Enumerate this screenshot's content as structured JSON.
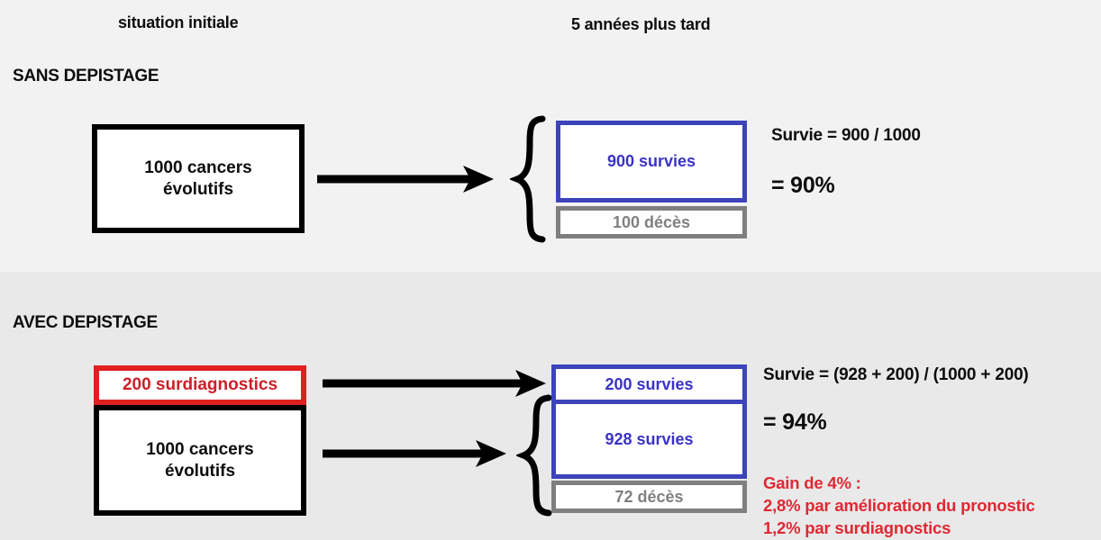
{
  "headers": {
    "initial": "situation initiale",
    "later": "5 années plus tard"
  },
  "colors": {
    "blue": "#3d44bb",
    "blue_text": "#3a33c6",
    "red": "#e02020",
    "red_text": "#e02833",
    "grey": "#7f7f7f",
    "grey_text": "#808080",
    "black": "#000000",
    "band_top_bg": "#f2f2f2",
    "band_bottom_bg": "#e9e9e9"
  },
  "sections": [
    {
      "title": "SANS DEPISTAGE",
      "initial_boxes": [
        {
          "label": "1000 cancers\névolutifs",
          "line1": "1000 cancers",
          "line2": "évolutifs",
          "style": "black"
        }
      ],
      "outcome_boxes": [
        {
          "label": "900 survies",
          "style": "blue"
        },
        {
          "label": "100 décès",
          "style": "grey"
        }
      ],
      "annotations": {
        "survie_formula": "Survie = 900 / 1000",
        "survie_result": "= 90%"
      }
    },
    {
      "title": "AVEC DEPISTAGE",
      "initial_boxes": [
        {
          "label": "200 surdiagnostics",
          "style": "red"
        },
        {
          "label": "1000 cancers\névolutifs",
          "line1": "1000 cancers",
          "line2": "évolutifs",
          "style": "black"
        }
      ],
      "outcome_boxes": [
        {
          "label": "200 survies",
          "style": "blue"
        },
        {
          "label": "928 survies",
          "style": "blue"
        },
        {
          "label": "72 décès",
          "style": "grey"
        }
      ],
      "annotations": {
        "survie_formula": "Survie = (928 + 200) / (1000 + 200)",
        "survie_result": "= 94%",
        "gain_lines": [
          "Gain de 4% :",
          "2,8% par amélioration du pronostic",
          "1,2% par surdiagnostics"
        ]
      }
    }
  ]
}
